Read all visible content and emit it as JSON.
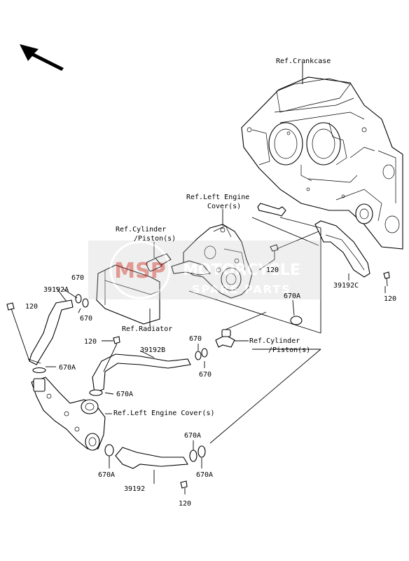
{
  "labels": {
    "ref_crankcase": "Ref.Crankcase",
    "ref_left_engine_cover_line1": "Ref.Left Engine",
    "ref_left_engine_cover_line2": "Cover(s)",
    "ref_cylinder_line1": "Ref.Cylinder",
    "ref_cylinder_line2": "/Piston(s)",
    "ref_cylinder2_line1": "Ref.Cylinder",
    "ref_cylinder2_line2": "/Piston(s)",
    "ref_radiator": "Ref.Radiator",
    "ref_left_engine_cover_bottom": "Ref.Left Engine Cover(s)"
  },
  "part_numbers": {
    "p670_a": "670",
    "p670_b": "670",
    "p670_c": "670",
    "p670_d": "670",
    "p39192A": "39192A",
    "p120_a": "120",
    "p120_b": "120",
    "p120_c": "120",
    "p120_d": "120",
    "p120_e": "120",
    "p39192C": "39192C",
    "p670A_a": "670A",
    "p670A_b": "670A",
    "p670A_c": "670A",
    "p670A_d": "670A",
    "p670A_e": "670A",
    "p670A_f": "670A",
    "p39192B": "39192B",
    "p39192": "39192"
  },
  "watermark": {
    "logo": "MSP",
    "line1": "MOTORCYCLE",
    "line2": "SPARE PARTS"
  },
  "colors": {
    "watermark_red": "#c8463c",
    "watermark_gray": "#b4b4b4"
  }
}
